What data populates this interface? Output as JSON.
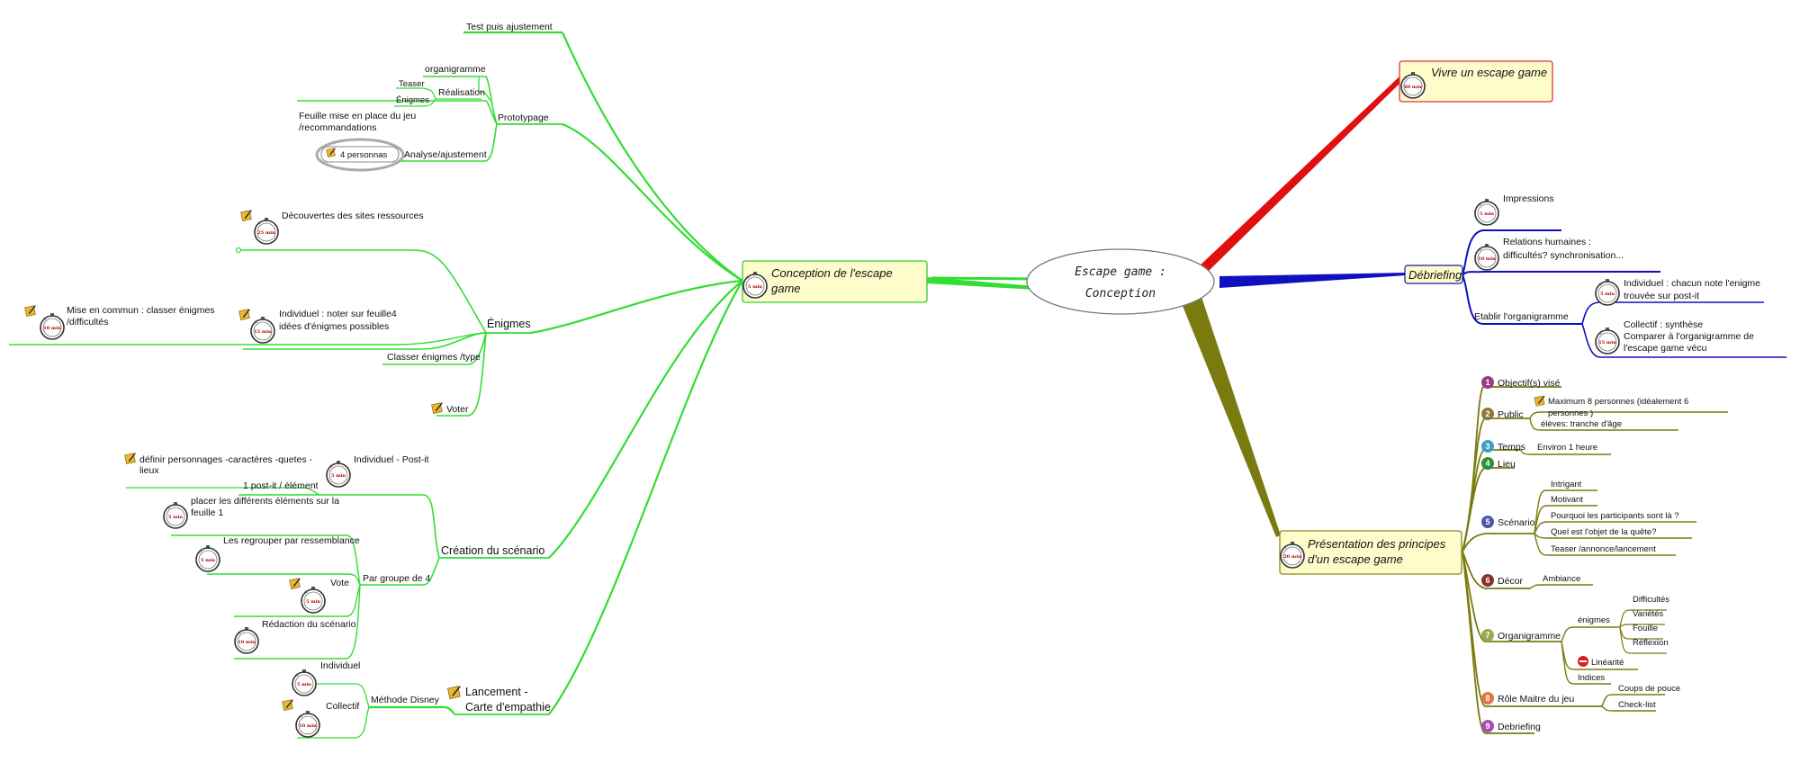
{
  "center": {
    "line1": "Escape game :",
    "line2": "Conception"
  },
  "colors": {
    "green": "#33dd33",
    "red": "#e01010",
    "blue": "#1010c0",
    "olive": "#7a7a10",
    "node_fill": "#fffccc"
  },
  "conception": {
    "title1": "Conception de l'escape",
    "title2": "game",
    "timer": "5 min",
    "test": "Test puis ajustement",
    "prototypage": {
      "label": "Prototypage",
      "organigramme": "organigramme",
      "realisation": "Réalisation",
      "teaser": "Teaser",
      "enigmes": "Énigmes",
      "feuille1": "Feuille mise en place du jeu",
      "feuille2": "/recommandations",
      "analyse": "Analyse/ajustement",
      "personnas": "4 personnas"
    },
    "enigmes": {
      "label": "Énigmes",
      "decouvertes": "Découvertes des sites ressources",
      "decouvertes_timer": "25 min",
      "individuel1": "Individuel : noter sur feuille4",
      "individuel2": "idées d'énigmes possibles",
      "individuel_timer": "15 min",
      "commun1": "Mise en commun : classer énigmes",
      "commun2": "/difficultés",
      "commun_timer": "10 min",
      "classer": "Classer énigmes /type",
      "voter": "Voter"
    },
    "scenario": {
      "label": "Création du scénario",
      "definir1": "définir  personnages -caractères -quetes -",
      "definir2": "lieux",
      "postit_ind": "Individuel - Post-it",
      "postit_timer": "5 min",
      "postit_elem": "1 post-it / élément",
      "groupe": "Par groupe de 4",
      "placer1": "placer les différents éléments sur la",
      "placer2": "feuille 1",
      "placer_timer": "5 min",
      "regrouper": "Les regrouper par ressemblance",
      "regrouper_timer": "5 min",
      "vote": "Vote",
      "vote_timer": "5 min",
      "redaction": "Rédaction du scénario",
      "redaction_timer": "10 min"
    },
    "lancement": {
      "label1": "Lancement -",
      "label2": "Carte d'empathie",
      "disney": "Méthode Disney",
      "individuel": "Individuel",
      "individuel_timer": "5 min",
      "collectif": "Collectif",
      "collectif_timer": "10 min"
    }
  },
  "vivre": {
    "title": "Vivre un escape game",
    "timer": "60 min"
  },
  "debriefing": {
    "title": "Débriefing",
    "impressions": "Impressions",
    "impressions_timer": "5 min",
    "relations1": "Relations humaines :",
    "relations2": "difficultés? synchronisation...",
    "relations_timer": "10 min",
    "organigramme": "Etablir l'organigramme",
    "individuel1": "Individuel : chacun note l'enigme",
    "individuel2": "trouvée sur post-it",
    "individuel_timer": "5 min",
    "collectif1": "Collectif : synthèse",
    "collectif2": "Comparer à l'organigramme de",
    "collectif3": "l'escape game vécu",
    "collectif_timer": "15 min"
  },
  "presentation": {
    "title1": "Présentation des principes",
    "title2": "d'un escape game",
    "timer": "20 min",
    "items": [
      {
        "num": "1",
        "label": "Objectif(s) visé",
        "color": "#9b3a8c"
      },
      {
        "num": "2",
        "label": "Public",
        "color": "#8a7a3a"
      },
      {
        "num": "3",
        "label": "Temps",
        "color": "#3aa0c0"
      },
      {
        "num": "4",
        "label": "Lieu",
        "color": "#2f8f3a"
      },
      {
        "num": "5",
        "label": "Scénario",
        "color": "#4a5aa8"
      },
      {
        "num": "6",
        "label": "Décor",
        "color": "#8a3030"
      },
      {
        "num": "7",
        "label": "Organigramme",
        "color": "#9aaa50"
      },
      {
        "num": "8",
        "label": "Rôle Maitre du jeu",
        "color": "#e07840"
      },
      {
        "num": "9",
        "label": "Debriefing",
        "color": "#a050b0"
      }
    ],
    "public_max1": "Maximum 8 personnes (idéalement 6",
    "public_max2": "personnes )",
    "public_eleves": "élèves: tranche d'âge",
    "temps_val": "Environ 1 heure",
    "scenario_items": [
      "Intrigant",
      "Motivant",
      "Pourquoi les participants sont là ?",
      "Quel est l'objet de la quête?",
      "Teaser /annonce/lancement"
    ],
    "decor_val": "Ambiance",
    "org_enigmes": "énigmes",
    "org_enigmes_items": [
      "Difficultés",
      "Variétés",
      "Fouille",
      "Réflexion"
    ],
    "org_linearite": "Linéarité",
    "org_indices": "Indices",
    "role_items": [
      "Coups de pouce",
      "Check-list"
    ]
  }
}
